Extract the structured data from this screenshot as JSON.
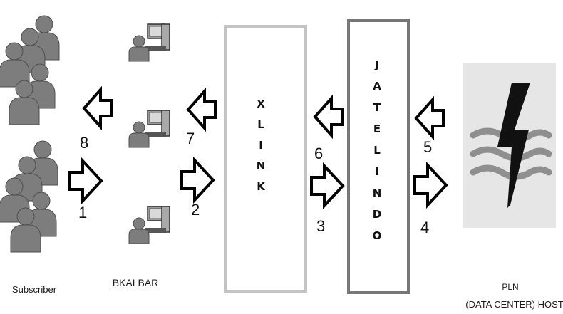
{
  "labels": {
    "subscriber": "Subscriber",
    "bkalbar": "BKALBAR",
    "pln_line1": "PLN",
    "pln_line2": "(DATA CENTER) HOST"
  },
  "boxes": {
    "xlink": [
      "X",
      "L",
      "I",
      "N",
      "K"
    ],
    "jatelindo": [
      "J",
      "A",
      "T",
      "E",
      "L",
      "I",
      "N",
      "D",
      "O"
    ]
  },
  "steps": [
    "1",
    "2",
    "3",
    "4",
    "5",
    "6",
    "7",
    "8"
  ],
  "colors": {
    "xlink_border": "#c4c4c4",
    "jatelindo_border": "#777777",
    "person": "#7d7d7d",
    "pln_bg": "#e6e6e6",
    "pln_waves": "#8f8f8f"
  },
  "icons": [
    "person-icon",
    "computer-user-icon",
    "arrow-icon",
    "pln-logo-icon"
  ]
}
